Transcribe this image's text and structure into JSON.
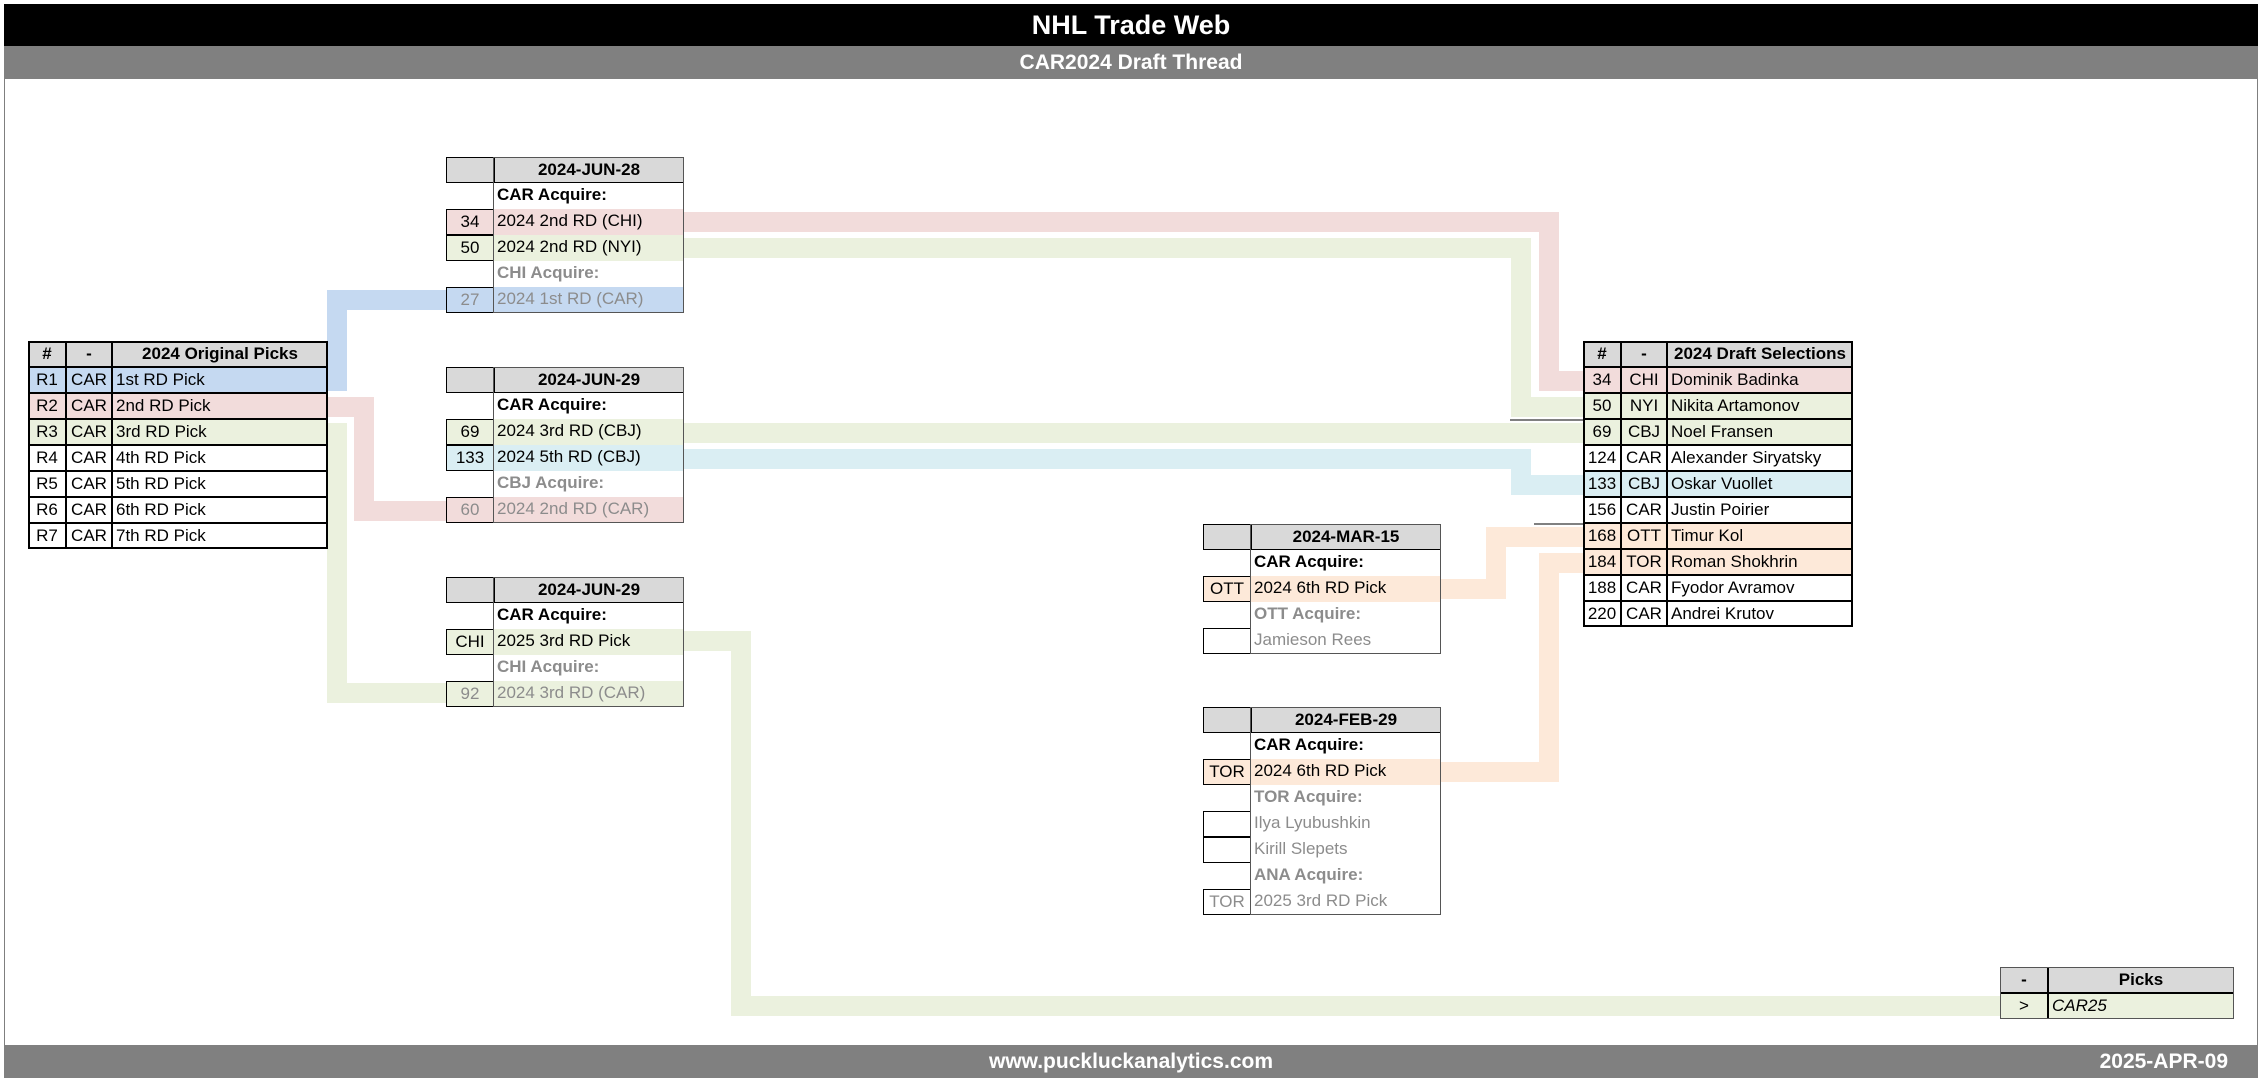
{
  "header": {
    "title": "NHL Trade Web",
    "subtitle": "CAR2024 Draft Thread"
  },
  "footer": {
    "site": "www.puckluckanalytics.com",
    "date": "2025-APR-09"
  },
  "colors": {
    "blue": "#c5d9f1",
    "pink": "#f2dcdb",
    "green": "#ebf1de",
    "lightblue": "#daeef3",
    "orange": "#fde9d9",
    "header_gray": "#d9d9d9"
  },
  "original_picks": {
    "headers": [
      "#",
      "-",
      "2024 Original Picks"
    ],
    "rows": [
      [
        "R1",
        "CAR",
        "1st RD Pick"
      ],
      [
        "R2",
        "CAR",
        "2nd RD Pick"
      ],
      [
        "R3",
        "CAR",
        "3rd RD Pick"
      ],
      [
        "R4",
        "CAR",
        "4th RD Pick"
      ],
      [
        "R5",
        "CAR",
        "5th RD Pick"
      ],
      [
        "R6",
        "CAR",
        "6th RD Pick"
      ],
      [
        "R7",
        "CAR",
        "7th RD Pick"
      ]
    ]
  },
  "trade_jun28": {
    "date": "2024-JUN-28",
    "acquire1": "CAR Acquire:",
    "items1": [
      [
        "34",
        "2024 2nd RD (CHI)"
      ],
      [
        "50",
        "2024 2nd RD (NYI)"
      ]
    ],
    "acquire2": "CHI Acquire:",
    "items2": [
      [
        "27",
        "2024 1st RD (CAR)"
      ]
    ]
  },
  "trade_jun29a": {
    "date": "2024-JUN-29",
    "acquire1": "CAR Acquire:",
    "items1": [
      [
        "69",
        "2024 3rd RD (CBJ)"
      ],
      [
        "133",
        "2024 5th RD (CBJ)"
      ]
    ],
    "acquire2": "CBJ Acquire:",
    "items2": [
      [
        "60",
        "2024 2nd RD (CAR)"
      ]
    ]
  },
  "trade_jun29b": {
    "date": "2024-JUN-29",
    "acquire1": "CAR Acquire:",
    "items1": [
      [
        "CHI",
        "2025 3rd RD Pick"
      ]
    ],
    "acquire2": "CHI Acquire:",
    "items2": [
      [
        "92",
        "2024 3rd RD (CAR)"
      ]
    ]
  },
  "trade_mar15": {
    "date": "2024-MAR-15",
    "acquire1": "CAR Acquire:",
    "items1": [
      [
        "OTT",
        "2024 6th RD Pick"
      ]
    ],
    "acquire2": "OTT Acquire:",
    "items2": [
      [
        "",
        "Jamieson Rees"
      ]
    ]
  },
  "trade_feb29": {
    "date": "2024-FEB-29",
    "acquire1": "CAR Acquire:",
    "items1": [
      [
        "TOR",
        "2024 6th RD Pick"
      ]
    ],
    "acquire2": "TOR Acquire:",
    "items2": [
      [
        "",
        "Ilya Lyubushkin"
      ],
      [
        "",
        "Kirill Slepets"
      ]
    ],
    "acquire3": "ANA Acquire:",
    "items3": [
      [
        "TOR",
        "2025 3rd RD Pick"
      ]
    ]
  },
  "draft_selections": {
    "headers": [
      "#",
      "-",
      "2024 Draft Selections"
    ],
    "rows": [
      [
        "34",
        "CHI",
        "Dominik Badinka"
      ],
      [
        "50",
        "NYI",
        "Nikita Artamonov"
      ],
      [
        "69",
        "CBJ",
        "Noel Fransen"
      ],
      [
        "124",
        "CAR",
        "Alexander Siryatsky"
      ],
      [
        "133",
        "CBJ",
        "Oskar Vuollet"
      ],
      [
        "156",
        "CAR",
        "Justin Poirier"
      ],
      [
        "168",
        "OTT",
        "Timur Kol"
      ],
      [
        "184",
        "TOR",
        "Roman Shokhrin"
      ],
      [
        "188",
        "CAR",
        "Fyodor Avramov"
      ],
      [
        "220",
        "CAR",
        "Andrei Krutov"
      ]
    ]
  },
  "future_picks": {
    "headers": [
      "-",
      "Picks"
    ],
    "rows": [
      [
        ">",
        "CAR25"
      ]
    ]
  }
}
